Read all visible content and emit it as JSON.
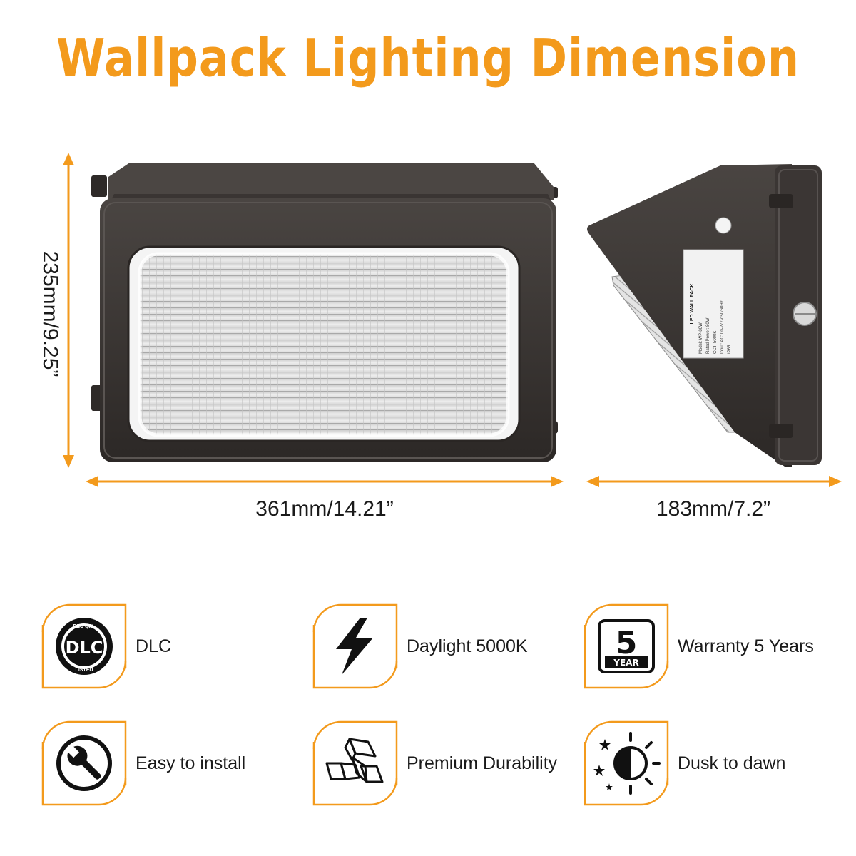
{
  "title": "Wallpack Lighting Dimension",
  "colors": {
    "accent": "#f39a1c",
    "housing": "#3f3a37",
    "text": "#1a1a1a"
  },
  "dimensions": {
    "height": "235mm/9.25”",
    "width": "361mm/14.21”",
    "depth": "183mm/7.2”"
  },
  "label_plate": {
    "heading": "LED WALL PACK",
    "lines": [
      "Model: WP-80W",
      "Rated Power: 80W",
      "CCT: 5000K",
      "Input: AC100-277V 50/60Hz",
      "IP65"
    ]
  },
  "badges": {
    "dlc_ring_top": "DLC QPL",
    "dlc_main": "DLC",
    "dlc_ring_bottom": "LISTED",
    "year_number": "5",
    "year_word": "YEAR"
  },
  "features": [
    {
      "label": "DLC",
      "icon": "dlc-icon"
    },
    {
      "label": "Daylight 5000K",
      "icon": "lightning-icon"
    },
    {
      "label": "Warranty 5 Years",
      "icon": "warranty-5-year-icon"
    },
    {
      "label": "Easy to install",
      "icon": "wrench-icon"
    },
    {
      "label": "Premium Durability",
      "icon": "ingots-icon"
    },
    {
      "label": "Dusk to dawn",
      "icon": "dusk-to-dawn-icon"
    }
  ]
}
